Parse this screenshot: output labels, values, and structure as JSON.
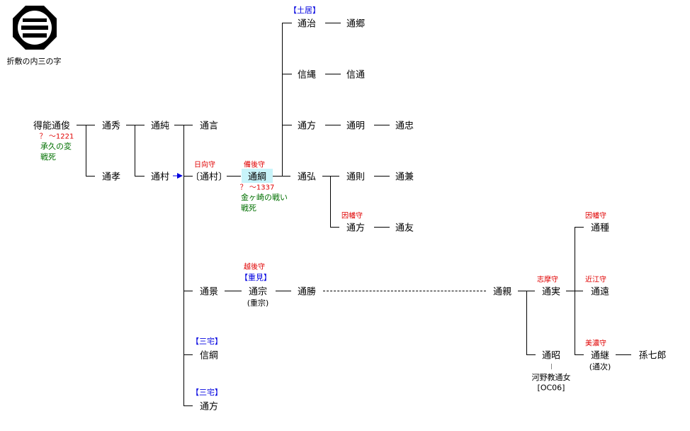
{
  "crest": {
    "caption": "折敷の内三の字"
  },
  "people": {
    "tokunou": "得能通俊",
    "tokunou_dates": "？ ～1221",
    "tokunou_note1": "承久の変",
    "tokunou_note2": "戦死",
    "michihide": "通秀",
    "michitaka": "通孝",
    "michizumi": "通純",
    "michimura": "通村",
    "michikoto": "通言",
    "michimura2": "〔通村〕",
    "michimura2_title": "日向守",
    "michitsuna": "通綱",
    "michitsuna_title": "備後守",
    "michitsuna_dates": "？ ～1337",
    "michitsuna_note1": "金ヶ崎の戦い",
    "michitsuna_note2": "戦死",
    "doi_clan": "【土居】",
    "michiharu": "通治",
    "michisato": "通郷",
    "nobutsuna": "信縄",
    "nobumichi": "信通",
    "michikata": "通方",
    "michiaki": "通明",
    "michitada": "通忠",
    "michihiro": "通弘",
    "michinori": "通則",
    "michikane": "通兼",
    "michikata2": "通方",
    "michikata2_title": "因幡守",
    "michitomo": "通友",
    "michikage": "通景",
    "shigemi_clan": "【重見】",
    "michimune": "通宗",
    "michimune_title": "越後守",
    "michimune_alt": "(重宗)",
    "michikatsu": "通勝",
    "michichika": "通親",
    "michizane": "通実",
    "michizane_title": "志摩守",
    "michiaki2": "通昭",
    "wife_note": "河野教通女",
    "wife_ref": "[OC06]",
    "michitane": "通種",
    "michitane_title": "因幡守",
    "michito": "通遠",
    "michito_title": "近江守",
    "michitsugu": "通継",
    "michitsugu_title": "美濃守",
    "michitsugu_alt": "(通次)",
    "magoshichiro": "孫七郎",
    "miyake_clan1": "【三宅】",
    "nobutsuna2": "信綱",
    "miyake_clan2": "【三宅】",
    "michikata3": "通方"
  },
  "colors": {
    "title_red": "#e00000",
    "clan_blue": "#0000e0",
    "note_green": "#007000",
    "highlight": "#c8f4fa"
  }
}
